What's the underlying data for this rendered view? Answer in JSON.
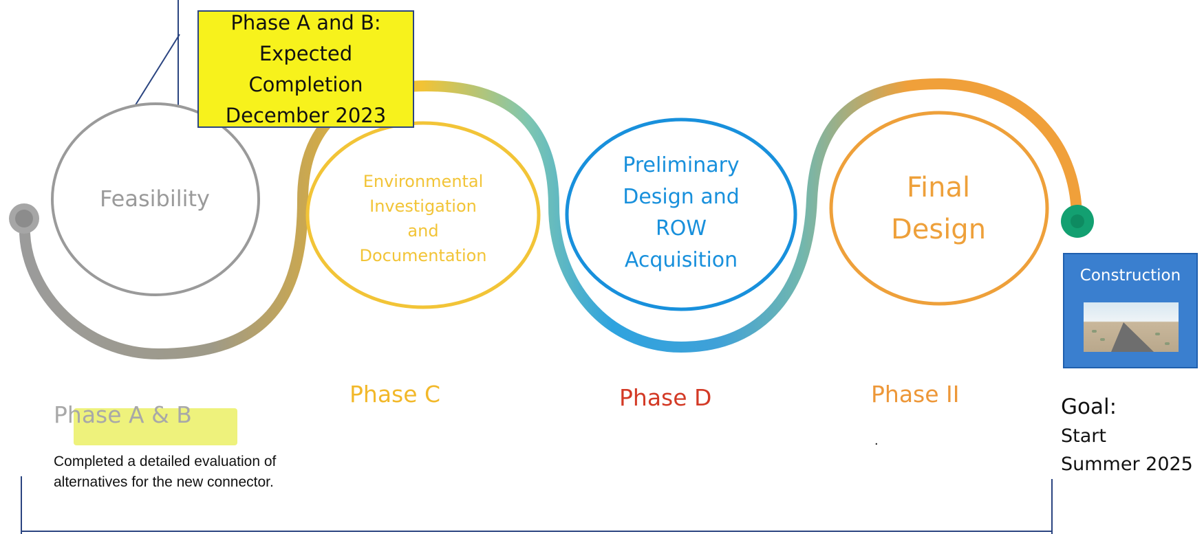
{
  "callout": {
    "text": "Phase A and B:\nExpected\nCompletion\nDecember 2023",
    "background": "#f7f21c"
  },
  "phases": [
    {
      "id": "feasibility",
      "text": "Feasibility",
      "color": "#9a9a9a",
      "phase_label": "Phase A & B",
      "phase_label_color": "#a8a8a8"
    },
    {
      "id": "environmental",
      "text": "Environmental\nInvestigation\nand\nDocumentation",
      "color": "#f2c437",
      "phase_label": "Phase C",
      "phase_label_color": "#f2b829"
    },
    {
      "id": "preliminary",
      "text": "Preliminary\nDesign and\nROW\nAcquisition",
      "color": "#1890dc",
      "phase_label": "Phase D",
      "phase_label_color": "#d33a26"
    },
    {
      "id": "final",
      "text": "Final\nDesign",
      "color": "#eea03a",
      "phase_label": "Phase II",
      "phase_label_color": "#ed9738"
    }
  ],
  "description": "Completed a detailed evaluation of alternatives for the new connector.",
  "construction": {
    "label": "Construction",
    "photo_icon": "road-photo"
  },
  "goal": {
    "title": "Goal:",
    "line1": "Start",
    "line2": "Summer 2025"
  },
  "dot_mark": ".",
  "colors": {
    "start_dot": "#9c9c9c",
    "end_dot": "#13a071",
    "bracket": "#2a4480",
    "highlight": "#eef27c",
    "construction_box": "#3a7fcf"
  }
}
